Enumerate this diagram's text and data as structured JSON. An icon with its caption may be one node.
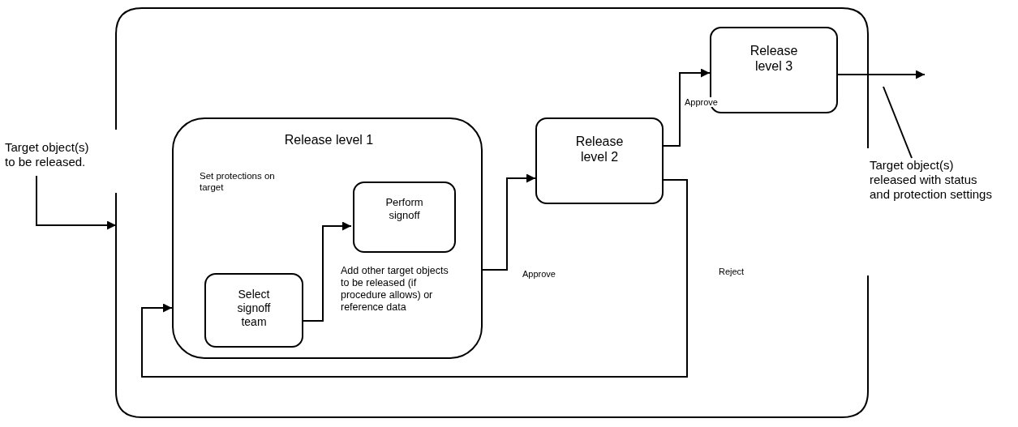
{
  "diagram": {
    "nodes": [
      {
        "text": [],
        "shape": "box"
      },
      {
        "text": [
          "Target object(s) to be released."
        ]
      },
      {
        "text": [
          "Release level 1",
          "Set protections on target",
          "Add other target objects to be released (if procedure allows) or reference data"
        ],
        "in": 0
      },
      {
        "text": [
          "Select signoff team"
        ],
        "in": 2
      },
      {
        "text": [
          "Perform signoff"
        ],
        "in": 2
      },
      {
        "text": [
          "Release level 2"
        ],
        "in": 0
      },
      {
        "text": [
          "Release level 3"
        ],
        "in": 0
      },
      {
        "text": [
          "Target object(s) released with status and protection settings"
        ]
      }
    ],
    "edges": [
      {
        "from": 1,
        "to": 0,
        "arrow": "to"
      },
      {
        "from": 3,
        "to": 4,
        "arrow": "to"
      },
      {
        "from": 2,
        "to": 5,
        "arrow": "to",
        "label": "Approve"
      },
      {
        "from": 5,
        "to": 6,
        "arrow": "to",
        "label": "Approve"
      },
      {
        "from": 5,
        "to": 2,
        "arrow": "to",
        "label": "Reject"
      },
      {
        "from": 6,
        "to": null,
        "arrow": "to"
      },
      {
        "from": 7,
        "to": null,
        "arrow": "none"
      }
    ]
  }
}
